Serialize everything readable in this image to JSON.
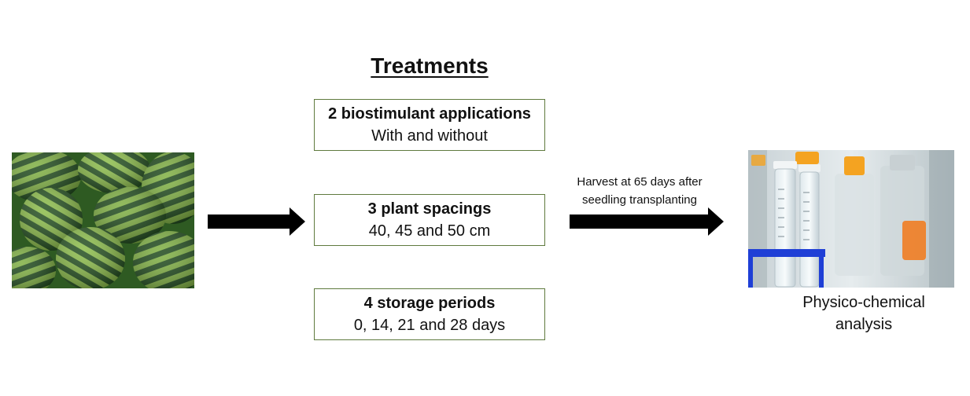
{
  "diagram": {
    "title": "Treatments",
    "treatments": [
      {
        "head": "2 biostimulant applications",
        "detail": "With and without"
      },
      {
        "head": "3 plant spacings",
        "detail": "40, 45 and 50 cm"
      },
      {
        "head": "4 storage periods",
        "detail": "0, 14, 21 and 28 days"
      }
    ],
    "harvest_note": "Harvest at 65 days after seedling transplanting",
    "output_label": "Physico-chemical analysis"
  },
  "colors": {
    "box_border": "#5f7a3e",
    "arrow": "#000000",
    "melon_dark": "#1f4a1c",
    "melon_light": "#7fb042",
    "vial_cap": "#f4a321",
    "rack_blue": "#1f3fd6"
  },
  "icons": {
    "melon_photo": "watermelon-photo",
    "lab_photo": "laboratory-tubes-photo",
    "flow_arrow": "right-arrow-icon"
  }
}
